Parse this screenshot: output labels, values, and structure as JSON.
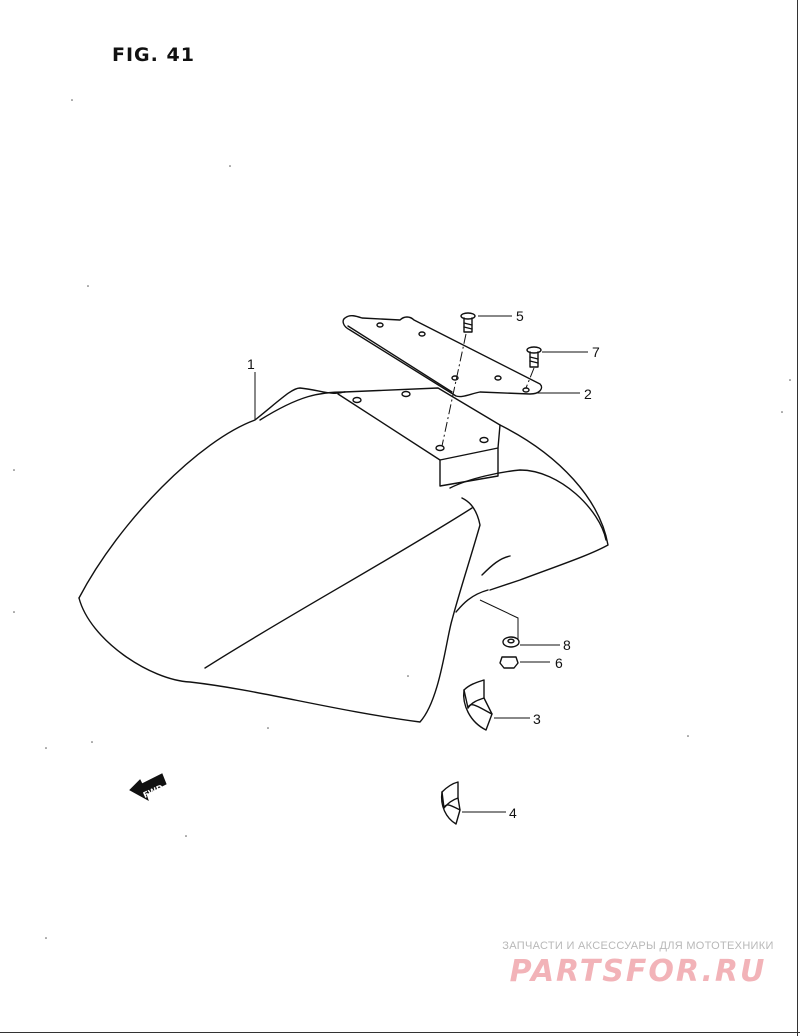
{
  "figure": {
    "title": "FIG. 41"
  },
  "callouts": [
    {
      "id": "c1",
      "number": "1"
    },
    {
      "id": "c2",
      "number": "2"
    },
    {
      "id": "c3",
      "number": "3"
    },
    {
      "id": "c4",
      "number": "4"
    },
    {
      "id": "c5",
      "number": "5"
    },
    {
      "id": "c6",
      "number": "6"
    },
    {
      "id": "c7",
      "number": "7"
    },
    {
      "id": "c8",
      "number": "8"
    }
  ],
  "fwd_marker": {
    "label": "FWD"
  },
  "watermark": {
    "tagline": "ЗАПЧАСТИ И АКСЕССУАРЫ ДЛЯ МОТОТЕХНИКИ",
    "brand": "PARTSFOR.RU"
  },
  "colors": {
    "line": "#111111",
    "watermark_brand": "#f2b3b8",
    "watermark_text": "#b8b8b8"
  }
}
